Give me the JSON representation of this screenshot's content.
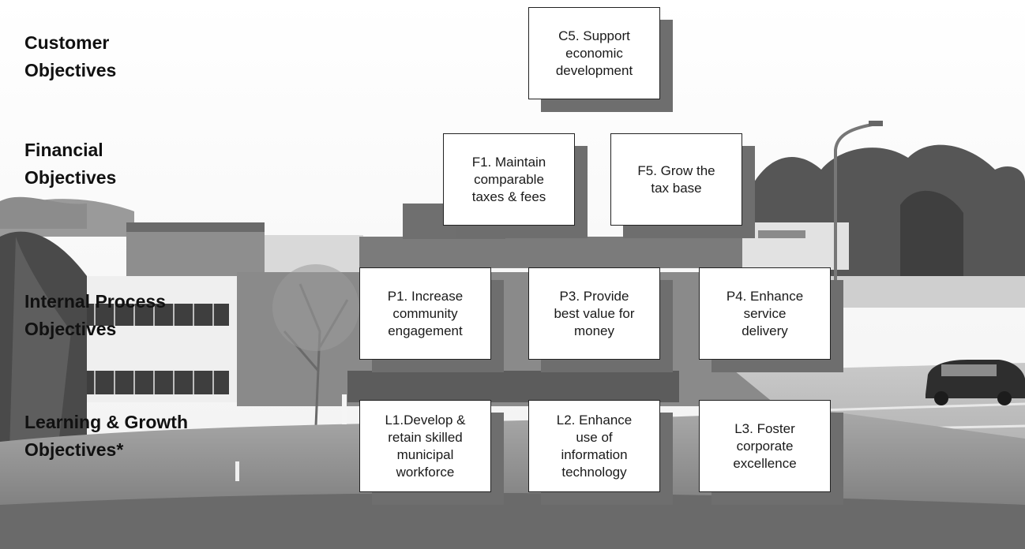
{
  "row_labels": {
    "customer": [
      "Customer",
      "Objectives"
    ],
    "financial": [
      "Financial",
      "Objectives"
    ],
    "internal": [
      "Internal Process",
      "Objectives"
    ],
    "learning": [
      "Learning & Growth",
      "Objectives*"
    ]
  },
  "objectives": {
    "c5": "C5. Support\neconomic\ndevelopment",
    "f1": "F1. Maintain\ncomparable\ntaxes & fees",
    "f5": "F5. Grow the\ntax base",
    "p1": "P1. Increase\ncommunity\nengagement",
    "p3": "P3. Provide\nbest value for\nmoney",
    "p4": "P4. Enhance\nservice\ndelivery",
    "l1": "L1.Develop &\nretain skilled\nmunicipal\nworkforce",
    "l2": "L2. Enhance\nuse of\ninformation\ntechnology",
    "l3": "L3. Foster\ncorporate\nexcellence"
  },
  "colors": {
    "label_text": "#111111",
    "box_face": "#ffffff",
    "box_border": "#222222",
    "box_shadow": "#6e6e6e"
  }
}
